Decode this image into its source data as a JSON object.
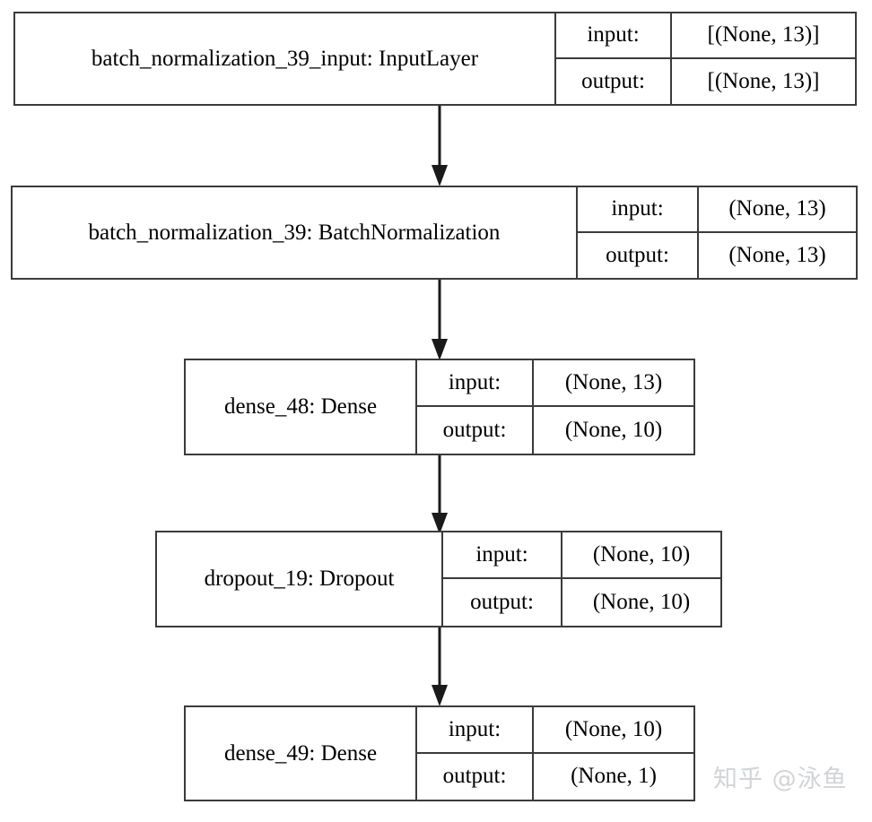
{
  "diagram": {
    "title": "Keras model architecture graph",
    "type": "neural-network-layer-graph",
    "background_color": "#ffffff",
    "border_color": "#3b3b3b",
    "text_color": "#000000",
    "io_label_input": "input:",
    "io_label_output": "output:"
  },
  "nodes": [
    {
      "id": "batch_normalization_39_input",
      "name": "batch_normalization_39_input: InputLayer",
      "input_label": "input:",
      "input_shape": "[(None, 13)]",
      "output_label": "output:",
      "output_shape": "[(None, 13)]"
    },
    {
      "id": "batch_normalization_39",
      "name": "batch_normalization_39: BatchNormalization",
      "input_label": "input:",
      "input_shape": "(None, 13)",
      "output_label": "output:",
      "output_shape": "(None, 13)"
    },
    {
      "id": "dense_48",
      "name": "dense_48: Dense",
      "input_label": "input:",
      "input_shape": "(None, 13)",
      "output_label": "output:",
      "output_shape": "(None, 10)"
    },
    {
      "id": "dropout_19",
      "name": "dropout_19: Dropout",
      "input_label": "input:",
      "input_shape": "(None, 10)",
      "output_label": "output:",
      "output_shape": "(None, 10)"
    },
    {
      "id": "dense_49",
      "name": "dense_49: Dense",
      "input_label": "input:",
      "input_shape": "(None, 10)",
      "output_label": "output:",
      "output_shape": "(None, 1)"
    }
  ],
  "edges": [
    {
      "from": "batch_normalization_39_input",
      "to": "batch_normalization_39"
    },
    {
      "from": "batch_normalization_39",
      "to": "dense_48"
    },
    {
      "from": "dense_48",
      "to": "dropout_19"
    },
    {
      "from": "dropout_19",
      "to": "dense_49"
    }
  ],
  "watermark": {
    "text": "知乎 @泳鱼",
    "color": "#d2d4d7"
  }
}
